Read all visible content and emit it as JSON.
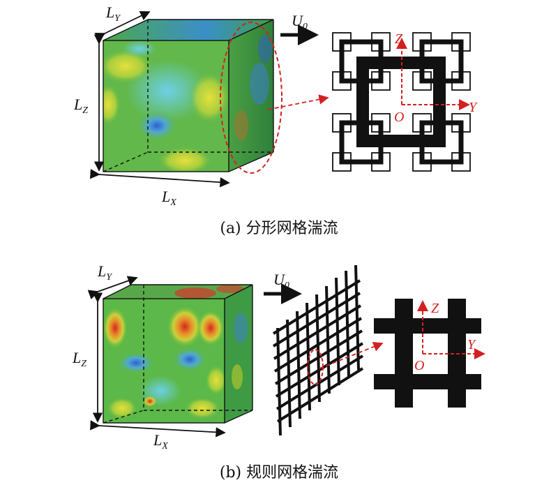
{
  "panel_a": {
    "caption": "(a) 分形网格湍流",
    "lx": {
      "base": "L",
      "sub": "X"
    },
    "ly": {
      "base": "L",
      "sub": "Y"
    },
    "lz": {
      "base": "L",
      "sub": "Z"
    },
    "u0": {
      "base": "U",
      "sub": "0"
    },
    "axis_z": "Z",
    "axis_y": "Y",
    "origin": "O"
  },
  "panel_b": {
    "caption": "(b) 规则网格湍流",
    "lx": {
      "base": "L",
      "sub": "X"
    },
    "ly": {
      "base": "L",
      "sub": "Y"
    },
    "lz": {
      "base": "L",
      "sub": "Z"
    },
    "u0": {
      "base": "U",
      "sub": "0"
    },
    "axis_z": "Z",
    "axis_y": "Y",
    "origin": "O"
  },
  "colors": {
    "field_green": "#5cb848",
    "field_yellow": "#d6d628",
    "field_blue": "#3c7fd8",
    "field_red": "#d8352a",
    "annotation_red": "#d42020",
    "grid_black": "#111111"
  }
}
